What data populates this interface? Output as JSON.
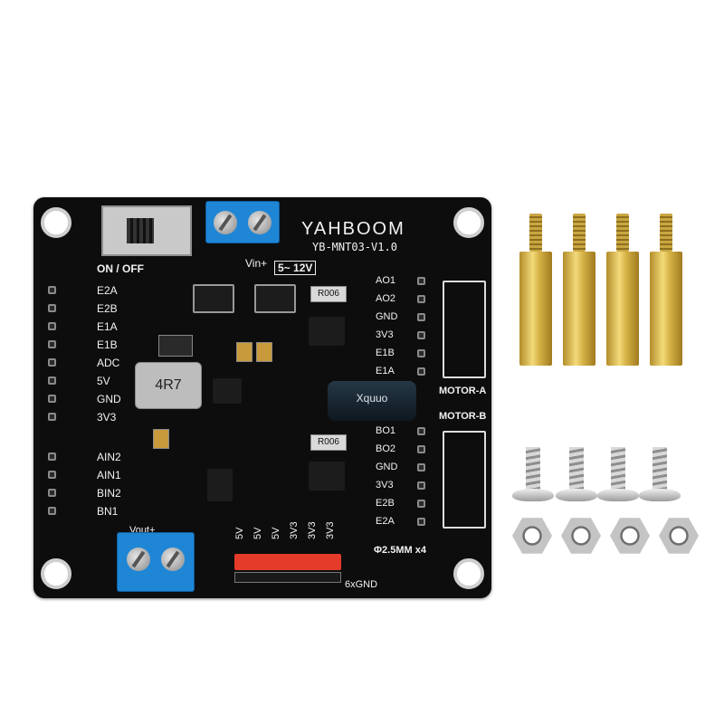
{
  "board": {
    "brand": "YAHBOOM",
    "model": "YB-MNT03-V1.0",
    "switch_label": "ON / OFF",
    "vin_label": "Vin+",
    "voltage_label": "5~ 12V",
    "vout_label": "Vout+",
    "left_pins_top": [
      "E2A",
      "E2B",
      "E1A",
      "E1B",
      "ADC",
      "5V",
      "GND",
      "3V3"
    ],
    "left_pins_bottom": [
      "AIN2",
      "AIN1",
      "BIN2",
      "BN1"
    ],
    "motor_a_pins": [
      "AO1",
      "AO2",
      "GND",
      "3V3",
      "E1B",
      "E1A"
    ],
    "motor_b_pins": [
      "BO1",
      "BO2",
      "GND",
      "3V3",
      "E2B",
      "E2A"
    ],
    "motor_a_label": "MOTOR-A",
    "motor_b_label": "MOTOR-B",
    "header_pins": [
      "5V",
      "5V",
      "5V",
      "3V3",
      "3V3",
      "3V3"
    ],
    "gnd_label": "6xGND",
    "hole_label": "Φ2.5MM x4",
    "inductor_label": "4R7",
    "resistor_top": "R006",
    "resistor_bottom": "R006",
    "capacitor_label": "Xquuo"
  },
  "accessories": {
    "standoffs": 4,
    "bolts": 4,
    "nuts": 4
  },
  "colors": {
    "pcb": "#0d0d0d",
    "terminal": "#1f86d6",
    "brass": "#d7b448",
    "header": "#e53b2a"
  }
}
